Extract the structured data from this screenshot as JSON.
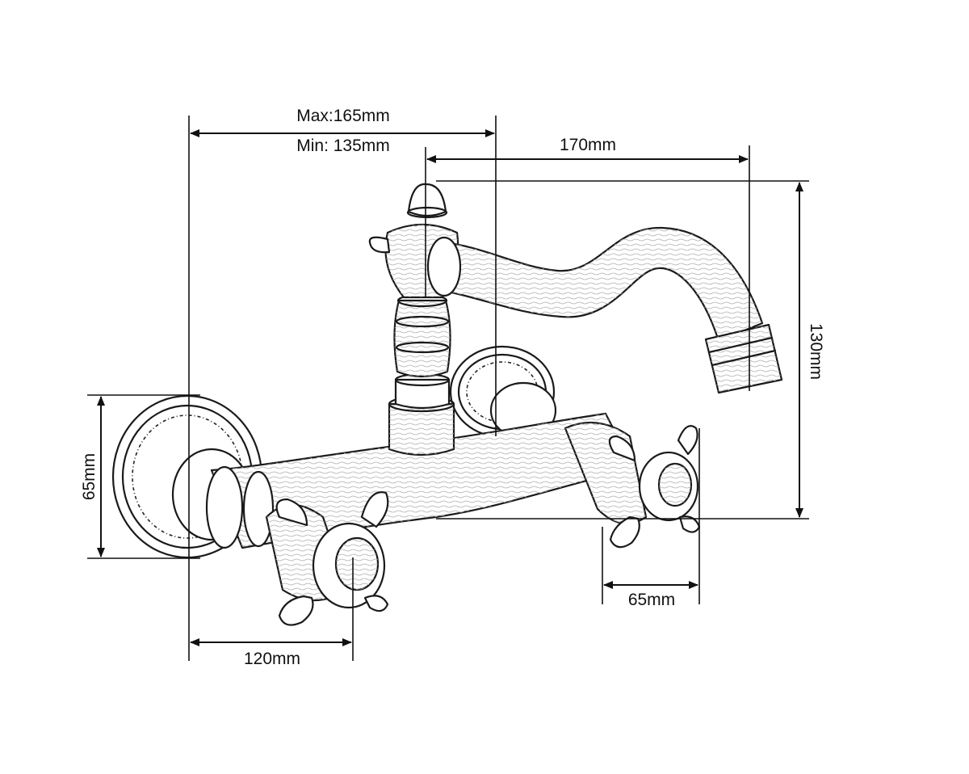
{
  "dimensions": {
    "max_width": "Max:165mm",
    "min_width": "Min: 135mm",
    "spout_reach": "170mm",
    "spout_height": "130mm",
    "flange_height": "65mm",
    "handle_spacing": "120mm",
    "handle_width": "65mm"
  }
}
